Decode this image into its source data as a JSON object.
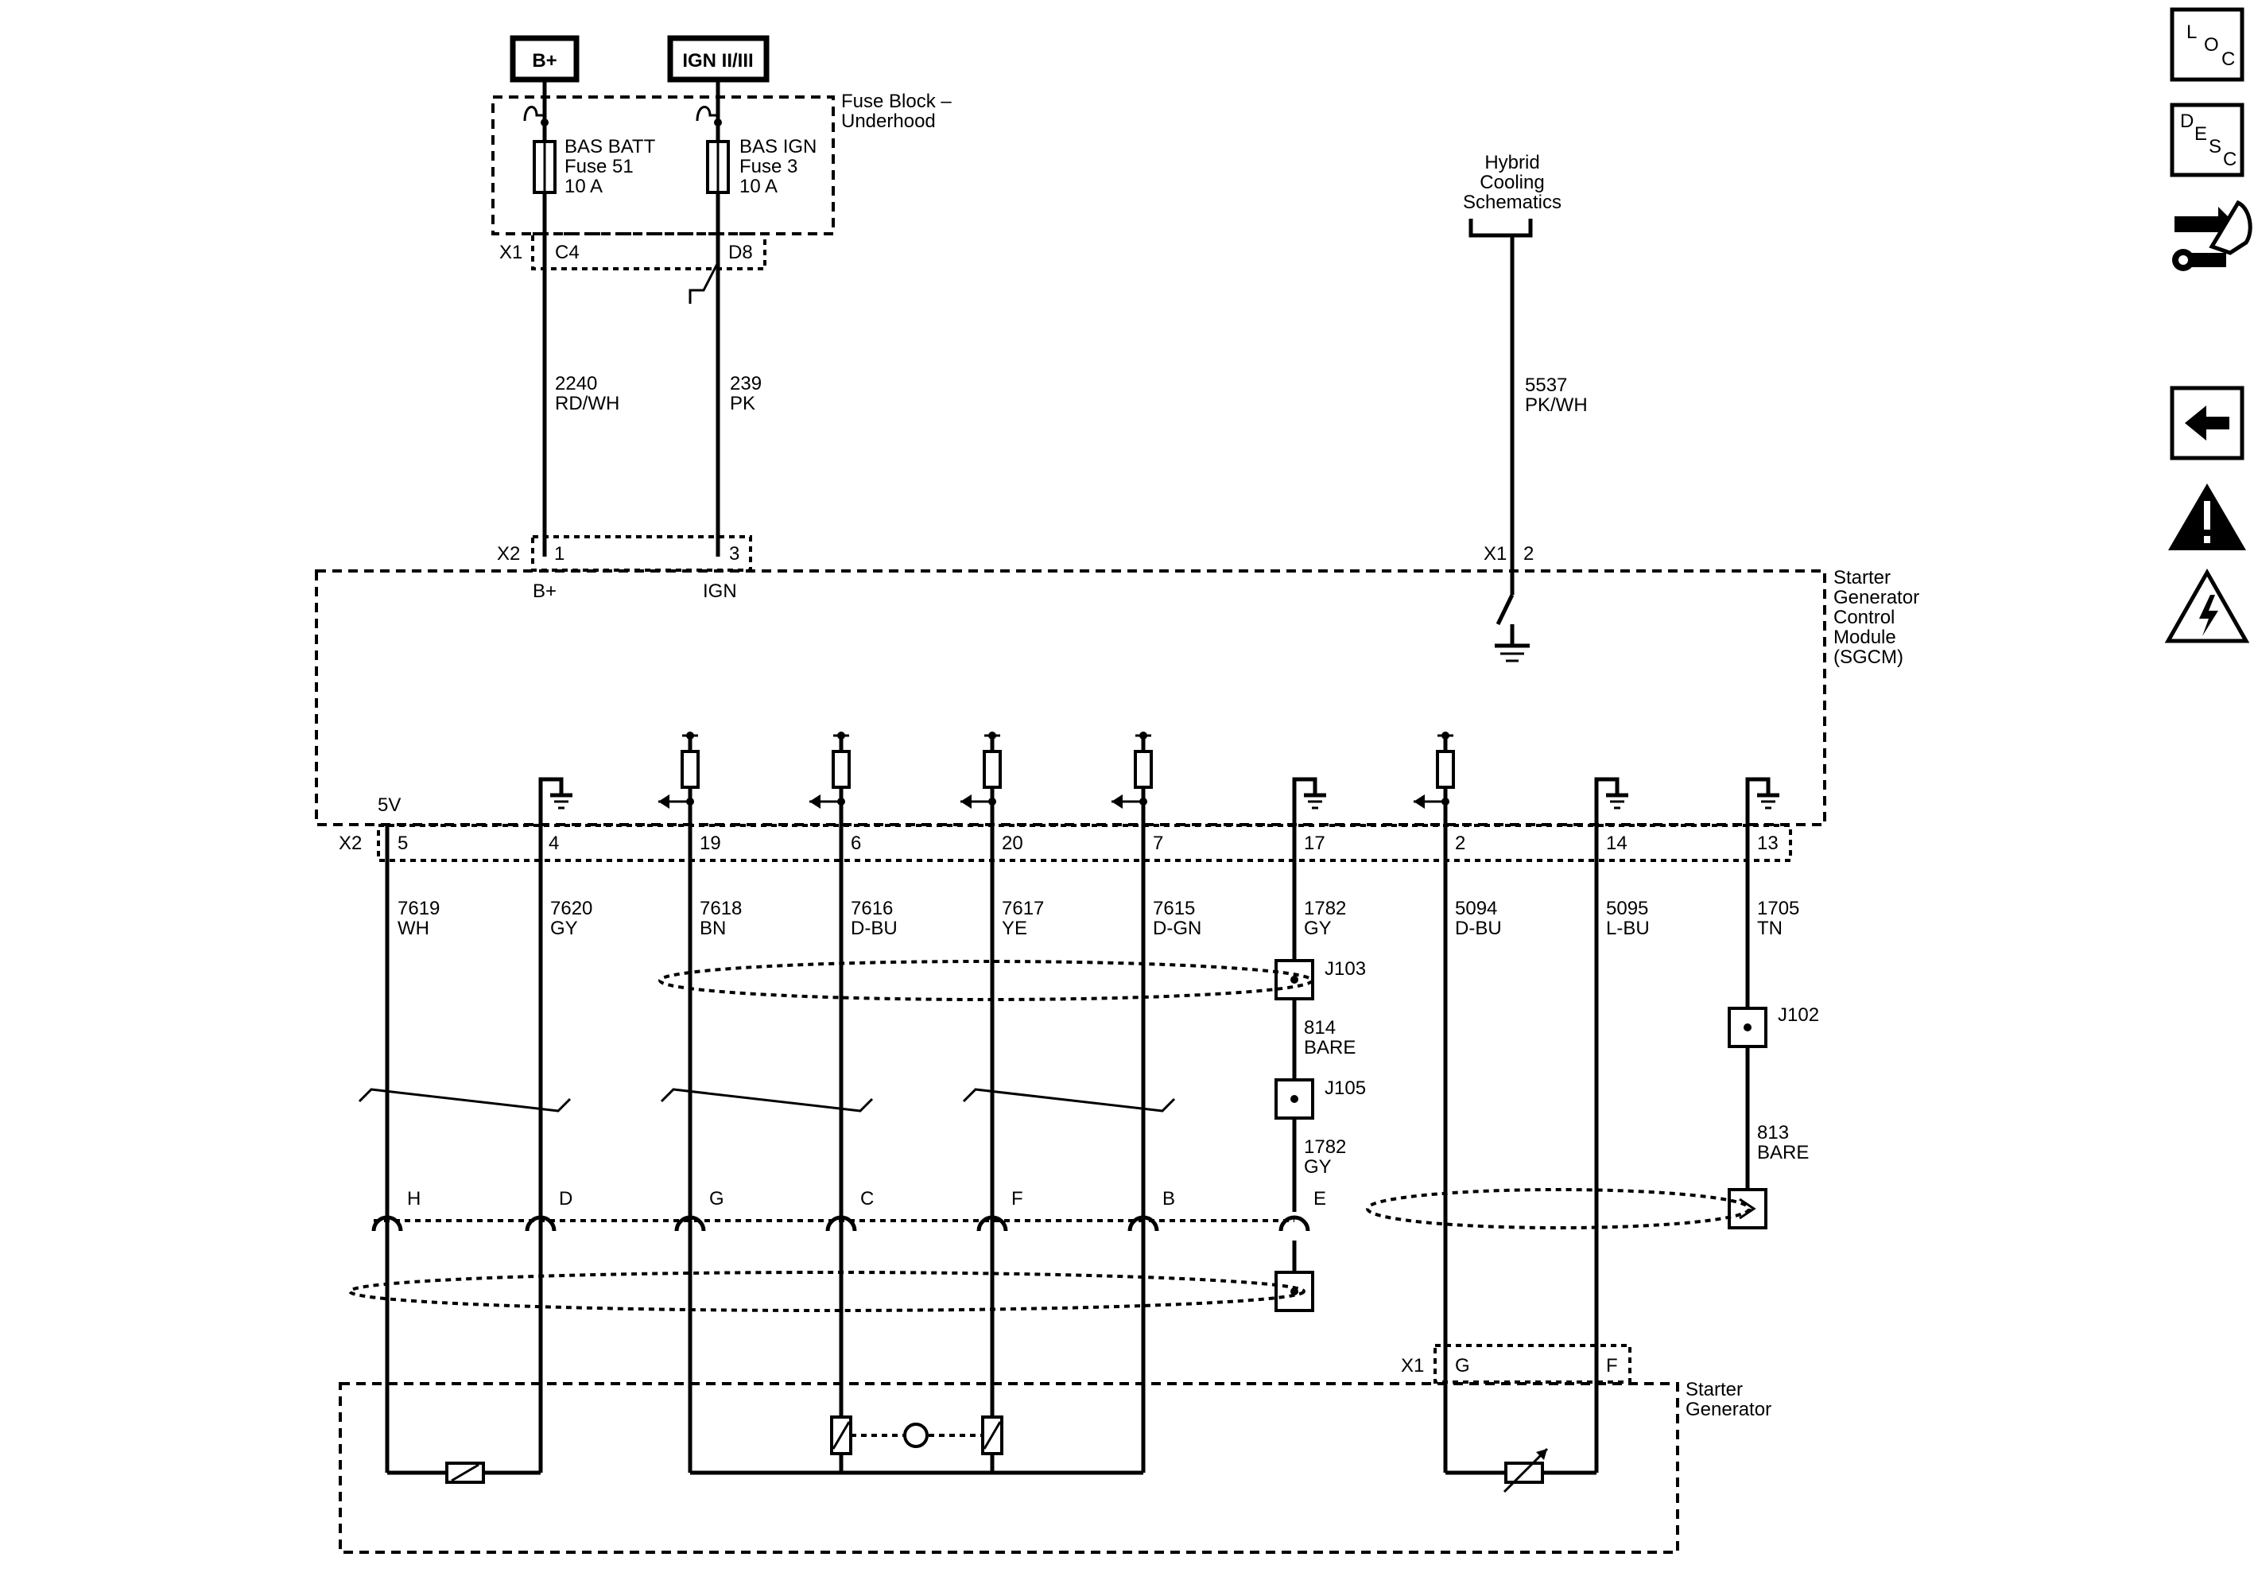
{
  "sources": {
    "b_plus": "B+",
    "ign": "IGN II/III"
  },
  "fuse_block": {
    "title_line1": "Fuse Block –",
    "title_line2": "Underhood",
    "fuse_a": [
      "BAS BATT",
      "Fuse 51",
      "10 A"
    ],
    "fuse_b": [
      "BAS IGN",
      "Fuse 3",
      "10 A"
    ],
    "connector": "X1",
    "pin_a": "C4",
    "pin_b": "D8"
  },
  "upper_wires": [
    {
      "circuit": "2240",
      "color": "RD/WH"
    },
    {
      "circuit": "239",
      "color": "PK"
    }
  ],
  "hybrid_cooling": {
    "label": [
      "Hybrid",
      "Cooling",
      "Schematics"
    ],
    "circuit": "5537",
    "color": "PK/WH",
    "connector": "X1",
    "pin": "2"
  },
  "sgcm": {
    "title": [
      "Starter",
      "Generator",
      "Control",
      "Module",
      "(SGCM)"
    ],
    "top_connector": "X2",
    "top_pins": [
      "1",
      "3"
    ],
    "top_pin_names": [
      "B+",
      "IGN"
    ],
    "bottom_connector": "X2",
    "five_v": "5V",
    "bottom_pins": [
      "5",
      "4",
      "19",
      "6",
      "20",
      "7",
      "17",
      "2",
      "14",
      "13"
    ]
  },
  "lower_wires": [
    {
      "circuit": "7619",
      "color": "WH",
      "pin": "H"
    },
    {
      "circuit": "7620",
      "color": "GY",
      "pin": "D"
    },
    {
      "circuit": "7618",
      "color": "BN",
      "pin": "G"
    },
    {
      "circuit": "7616",
      "color": "D-BU",
      "pin": "C"
    },
    {
      "circuit": "7617",
      "color": "YE",
      "pin": "F"
    },
    {
      "circuit": "7615",
      "color": "D-GN",
      "pin": "B"
    },
    {
      "circuit": "1782",
      "color": "GY",
      "pin": "E"
    },
    {
      "circuit": "5094",
      "color": "D-BU",
      "pin": ""
    },
    {
      "circuit": "5095",
      "color": "L-BU",
      "pin": ""
    },
    {
      "circuit": "1705",
      "color": "TN",
      "pin": ""
    }
  ],
  "splices": {
    "j103": "J103",
    "j105": "J105",
    "j102": "J102",
    "drain_1_circuit": "814",
    "drain_1_color": "BARE",
    "mid_circuit": "1782",
    "mid_color": "GY",
    "drain_2_circuit": "813",
    "drain_2_color": "BARE"
  },
  "starter_generator": {
    "title": [
      "Starter",
      "Generator"
    ],
    "connector": "X1",
    "pin_g": "G",
    "pin_f": "F"
  },
  "nav_icons": [
    {
      "name": "loc",
      "letters": [
        "L",
        "O",
        "C"
      ]
    },
    {
      "name": "desc",
      "letters": [
        "D",
        "E",
        "S",
        "C"
      ]
    }
  ]
}
